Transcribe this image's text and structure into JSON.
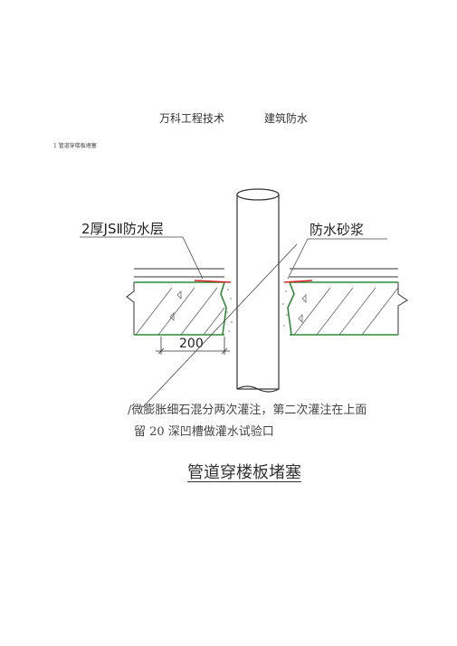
{
  "header": {
    "left": "万科工程技术",
    "right": "建筑防水"
  },
  "section_title": "1 管道穿楼板堵塞",
  "drawing": {
    "label_waterproof_layer": "2厚JSⅡ防水层",
    "label_mortar": "防水砂浆",
    "dimension": "200"
  },
  "note": {
    "line1": "/微膨胀细石混分两次灌注，第二次灌注在上面",
    "line2": "留 20 深凹槽做灌水试验口"
  },
  "caption": "管道穿楼板堵塞"
}
